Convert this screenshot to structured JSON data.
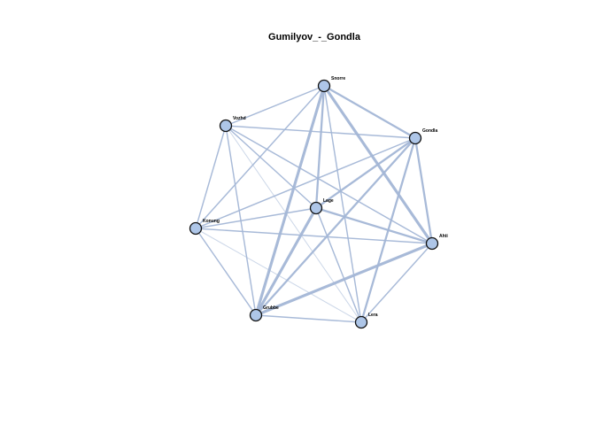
{
  "title": "Gumilyov_-_Gondla",
  "graph": {
    "node_color": "#aec6e8",
    "edge_color": "#a3b6d6",
    "nodes": [
      {
        "id": "snorre",
        "label": "Snorre"
      },
      {
        "id": "vozhd",
        "label": "Vozhd"
      },
      {
        "id": "gondla",
        "label": "Gondla"
      },
      {
        "id": "lage",
        "label": "Lage"
      },
      {
        "id": "konung",
        "label": "Konung"
      },
      {
        "id": "ahti",
        "label": "Ahti"
      },
      {
        "id": "grubbe",
        "label": "Grubbe"
      },
      {
        "id": "lera",
        "label": "Lera"
      }
    ],
    "edges": [
      {
        "source": "snorre",
        "target": "vozhd",
        "weight": 1
      },
      {
        "source": "snorre",
        "target": "gondla",
        "weight": 2
      },
      {
        "source": "snorre",
        "target": "lage",
        "weight": 2
      },
      {
        "source": "snorre",
        "target": "konung",
        "weight": 1
      },
      {
        "source": "snorre",
        "target": "ahti",
        "weight": 3
      },
      {
        "source": "snorre",
        "target": "grubbe",
        "weight": 3
      },
      {
        "source": "snorre",
        "target": "lera",
        "weight": 1
      },
      {
        "source": "vozhd",
        "target": "gondla",
        "weight": 1
      },
      {
        "source": "vozhd",
        "target": "konung",
        "weight": 1
      },
      {
        "source": "vozhd",
        "target": "lage",
        "weight": 1
      },
      {
        "source": "vozhd",
        "target": "ahti",
        "weight": 1
      },
      {
        "source": "vozhd",
        "target": "grubbe",
        "weight": 1
      },
      {
        "source": "vozhd",
        "target": "lera",
        "weight": 0.5
      },
      {
        "source": "gondla",
        "target": "lage",
        "weight": 2
      },
      {
        "source": "gondla",
        "target": "konung",
        "weight": 1
      },
      {
        "source": "gondla",
        "target": "ahti",
        "weight": 2
      },
      {
        "source": "gondla",
        "target": "grubbe",
        "weight": 2
      },
      {
        "source": "gondla",
        "target": "lera",
        "weight": 2
      },
      {
        "source": "lage",
        "target": "konung",
        "weight": 1
      },
      {
        "source": "lage",
        "target": "ahti",
        "weight": 2
      },
      {
        "source": "lage",
        "target": "grubbe",
        "weight": 3
      },
      {
        "source": "lage",
        "target": "lera",
        "weight": 1
      },
      {
        "source": "konung",
        "target": "ahti",
        "weight": 1
      },
      {
        "source": "konung",
        "target": "grubbe",
        "weight": 1
      },
      {
        "source": "konung",
        "target": "lera",
        "weight": 0.5
      },
      {
        "source": "ahti",
        "target": "grubbe",
        "weight": 3
      },
      {
        "source": "ahti",
        "target": "lera",
        "weight": 1
      },
      {
        "source": "grubbe",
        "target": "lera",
        "weight": 1
      }
    ]
  }
}
